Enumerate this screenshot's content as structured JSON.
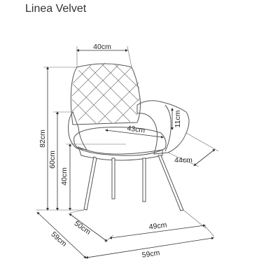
{
  "title": "Linea Velvet",
  "dimensions": {
    "back_width": "40cm",
    "seat_diagonal": "43cm",
    "armrest_height": "11cm",
    "total_height": "82cm",
    "seat_height": "60cm",
    "leg_height": "40cm",
    "arm_width": "44cm",
    "base_depth": "50cm",
    "base_width": "49cm",
    "depth": "59cm",
    "width": "59cm"
  }
}
